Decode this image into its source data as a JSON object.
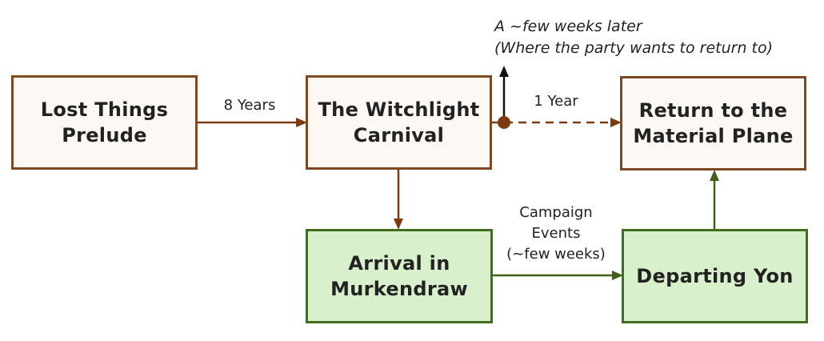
{
  "colors": {
    "brown_border": "#7b4a24",
    "brown_fill": "#fdf8f3",
    "green_border": "#3f6f1e",
    "green_fill": "#d9f0cd",
    "brown_arrow": "#7b3c10",
    "green_arrow": "#3f5f1a"
  },
  "nodes": {
    "lost_things": "Lost Things\nPrelude",
    "witchlight": "The Witchlight\nCarnival",
    "return_material": "Return to the\nMaterial Plane",
    "arrival": "Arrival in\nMurkendraw",
    "departing": "Departing Yon"
  },
  "edges": {
    "lost_to_witchlight": "8 Years",
    "witchlight_to_return": "1 Year",
    "arrival_to_departing": "Campaign\nEvents\n(~few weeks)"
  },
  "annotation": "A ~few weeks later\n(Where the party wants to return to)"
}
